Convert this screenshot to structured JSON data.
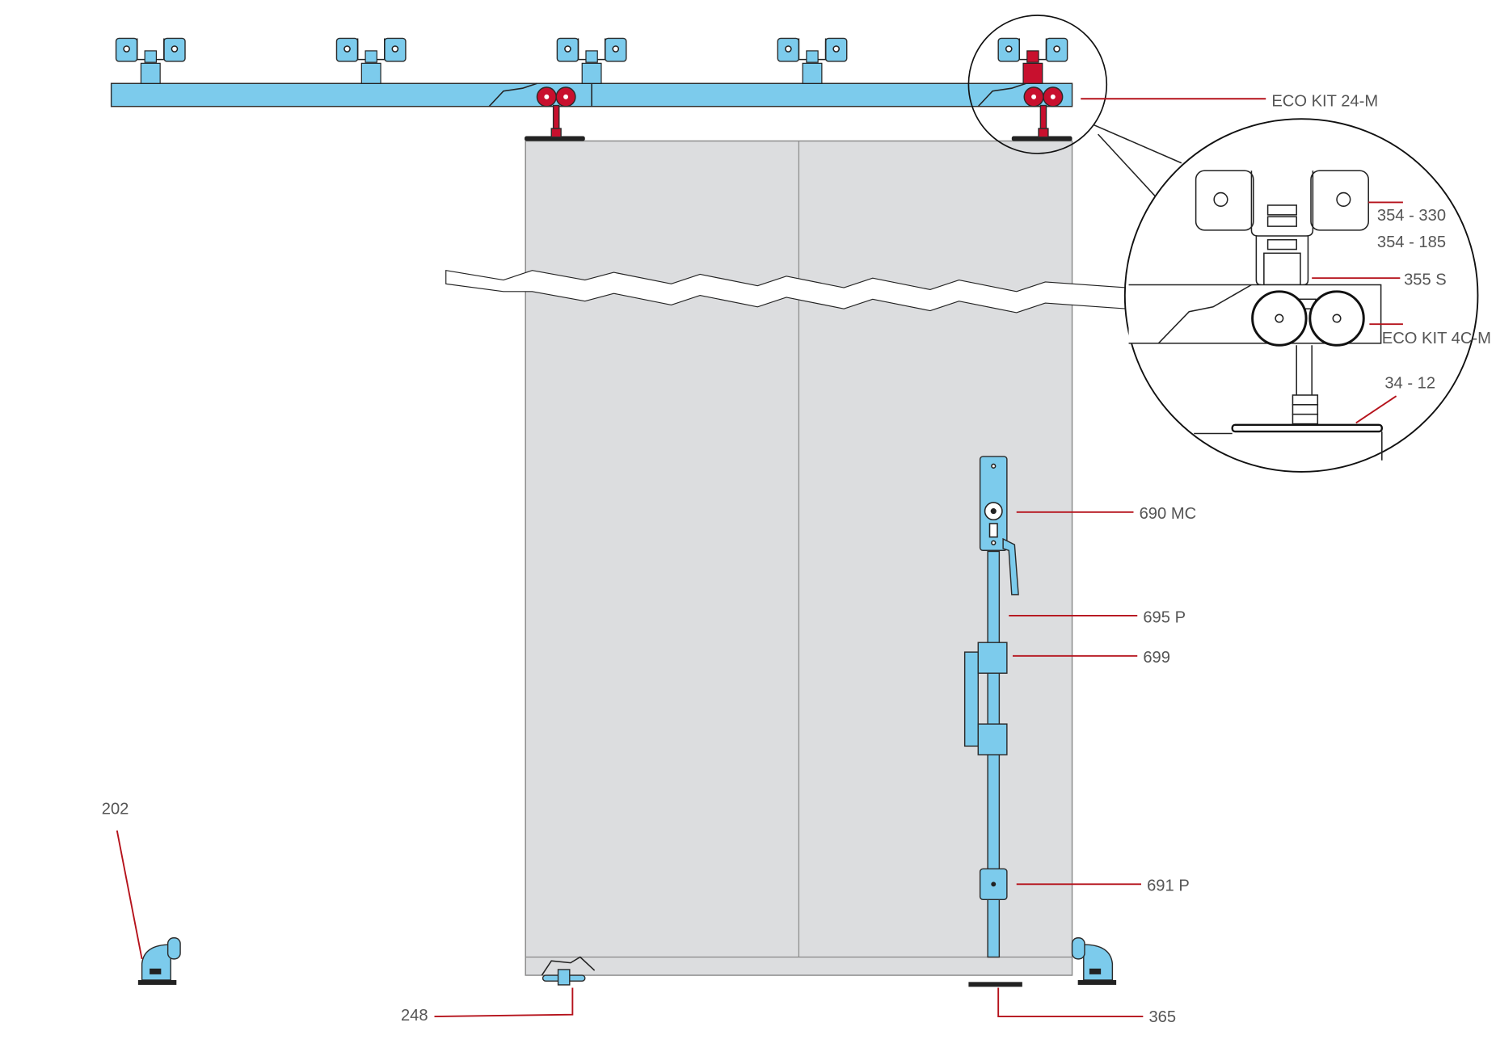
{
  "colors": {
    "hardware": "#7ccbec",
    "roller": "#c8102e",
    "leader": "#b5121b",
    "door": "#dcdddf"
  },
  "labels": {
    "track": "ECO KIT 24-M",
    "bracket_a": "354 - 330",
    "bracket_b": "354 - 185",
    "spacer": "355 S",
    "trolley": "ECO KIT 4C-M",
    "plate": "34 - 12",
    "lock": "690 MC",
    "rod": "695 P",
    "guide_bracket": "699",
    "rod_guide": "691 P",
    "stop": "202",
    "floor_guide": "248",
    "floor_plate": "365"
  }
}
